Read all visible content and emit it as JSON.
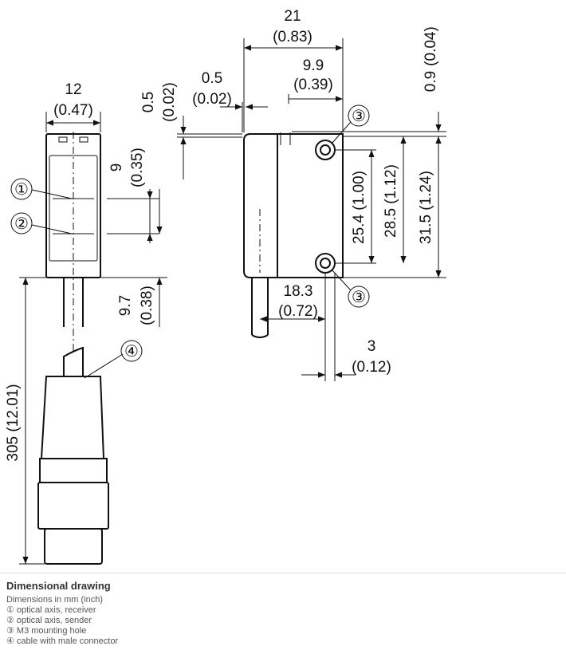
{
  "dimensions": {
    "width_mm": "21",
    "width_in": "(0.83)",
    "offset_mm": "9.9",
    "offset_in": "(0.39)",
    "top_right_mm": "0.9",
    "top_right_in": "(0.04)",
    "gap_mm": "0.5",
    "gap_in": "(0.02)",
    "top_left_mm": "0.5",
    "top_left_in": "(0.02)",
    "front_width_mm": "12",
    "front_width_in": "(0.47)",
    "axis_spacing_mm": "9",
    "axis_spacing_in": "(0.35)",
    "axis_bottom_mm": "9.7",
    "axis_bottom_in": "(0.38)",
    "cable_len_mm": "305",
    "cable_len_in": "(12.01)",
    "hole_spacing_mm": "25.4",
    "hole_spacing_in": "(1.00)",
    "hole_top_mm": "28.5",
    "hole_top_in": "(1.12)",
    "height_mm": "31.5",
    "height_in": "(1.24)",
    "hole_x_mm": "18.3",
    "hole_x_in": "(0.72)",
    "hole_edge_mm": "3",
    "hole_edge_in": "(0.12)"
  },
  "callouts": [
    "①",
    "②",
    "③",
    "③",
    "④"
  ],
  "caption": {
    "title": "Dimensional drawing",
    "subtitle": "Dimensions in mm (inch)",
    "items": [
      "① optical axis, receiver",
      "② optical axis, sender",
      "③ M3 mounting hole",
      "④ cable with male connector"
    ]
  }
}
